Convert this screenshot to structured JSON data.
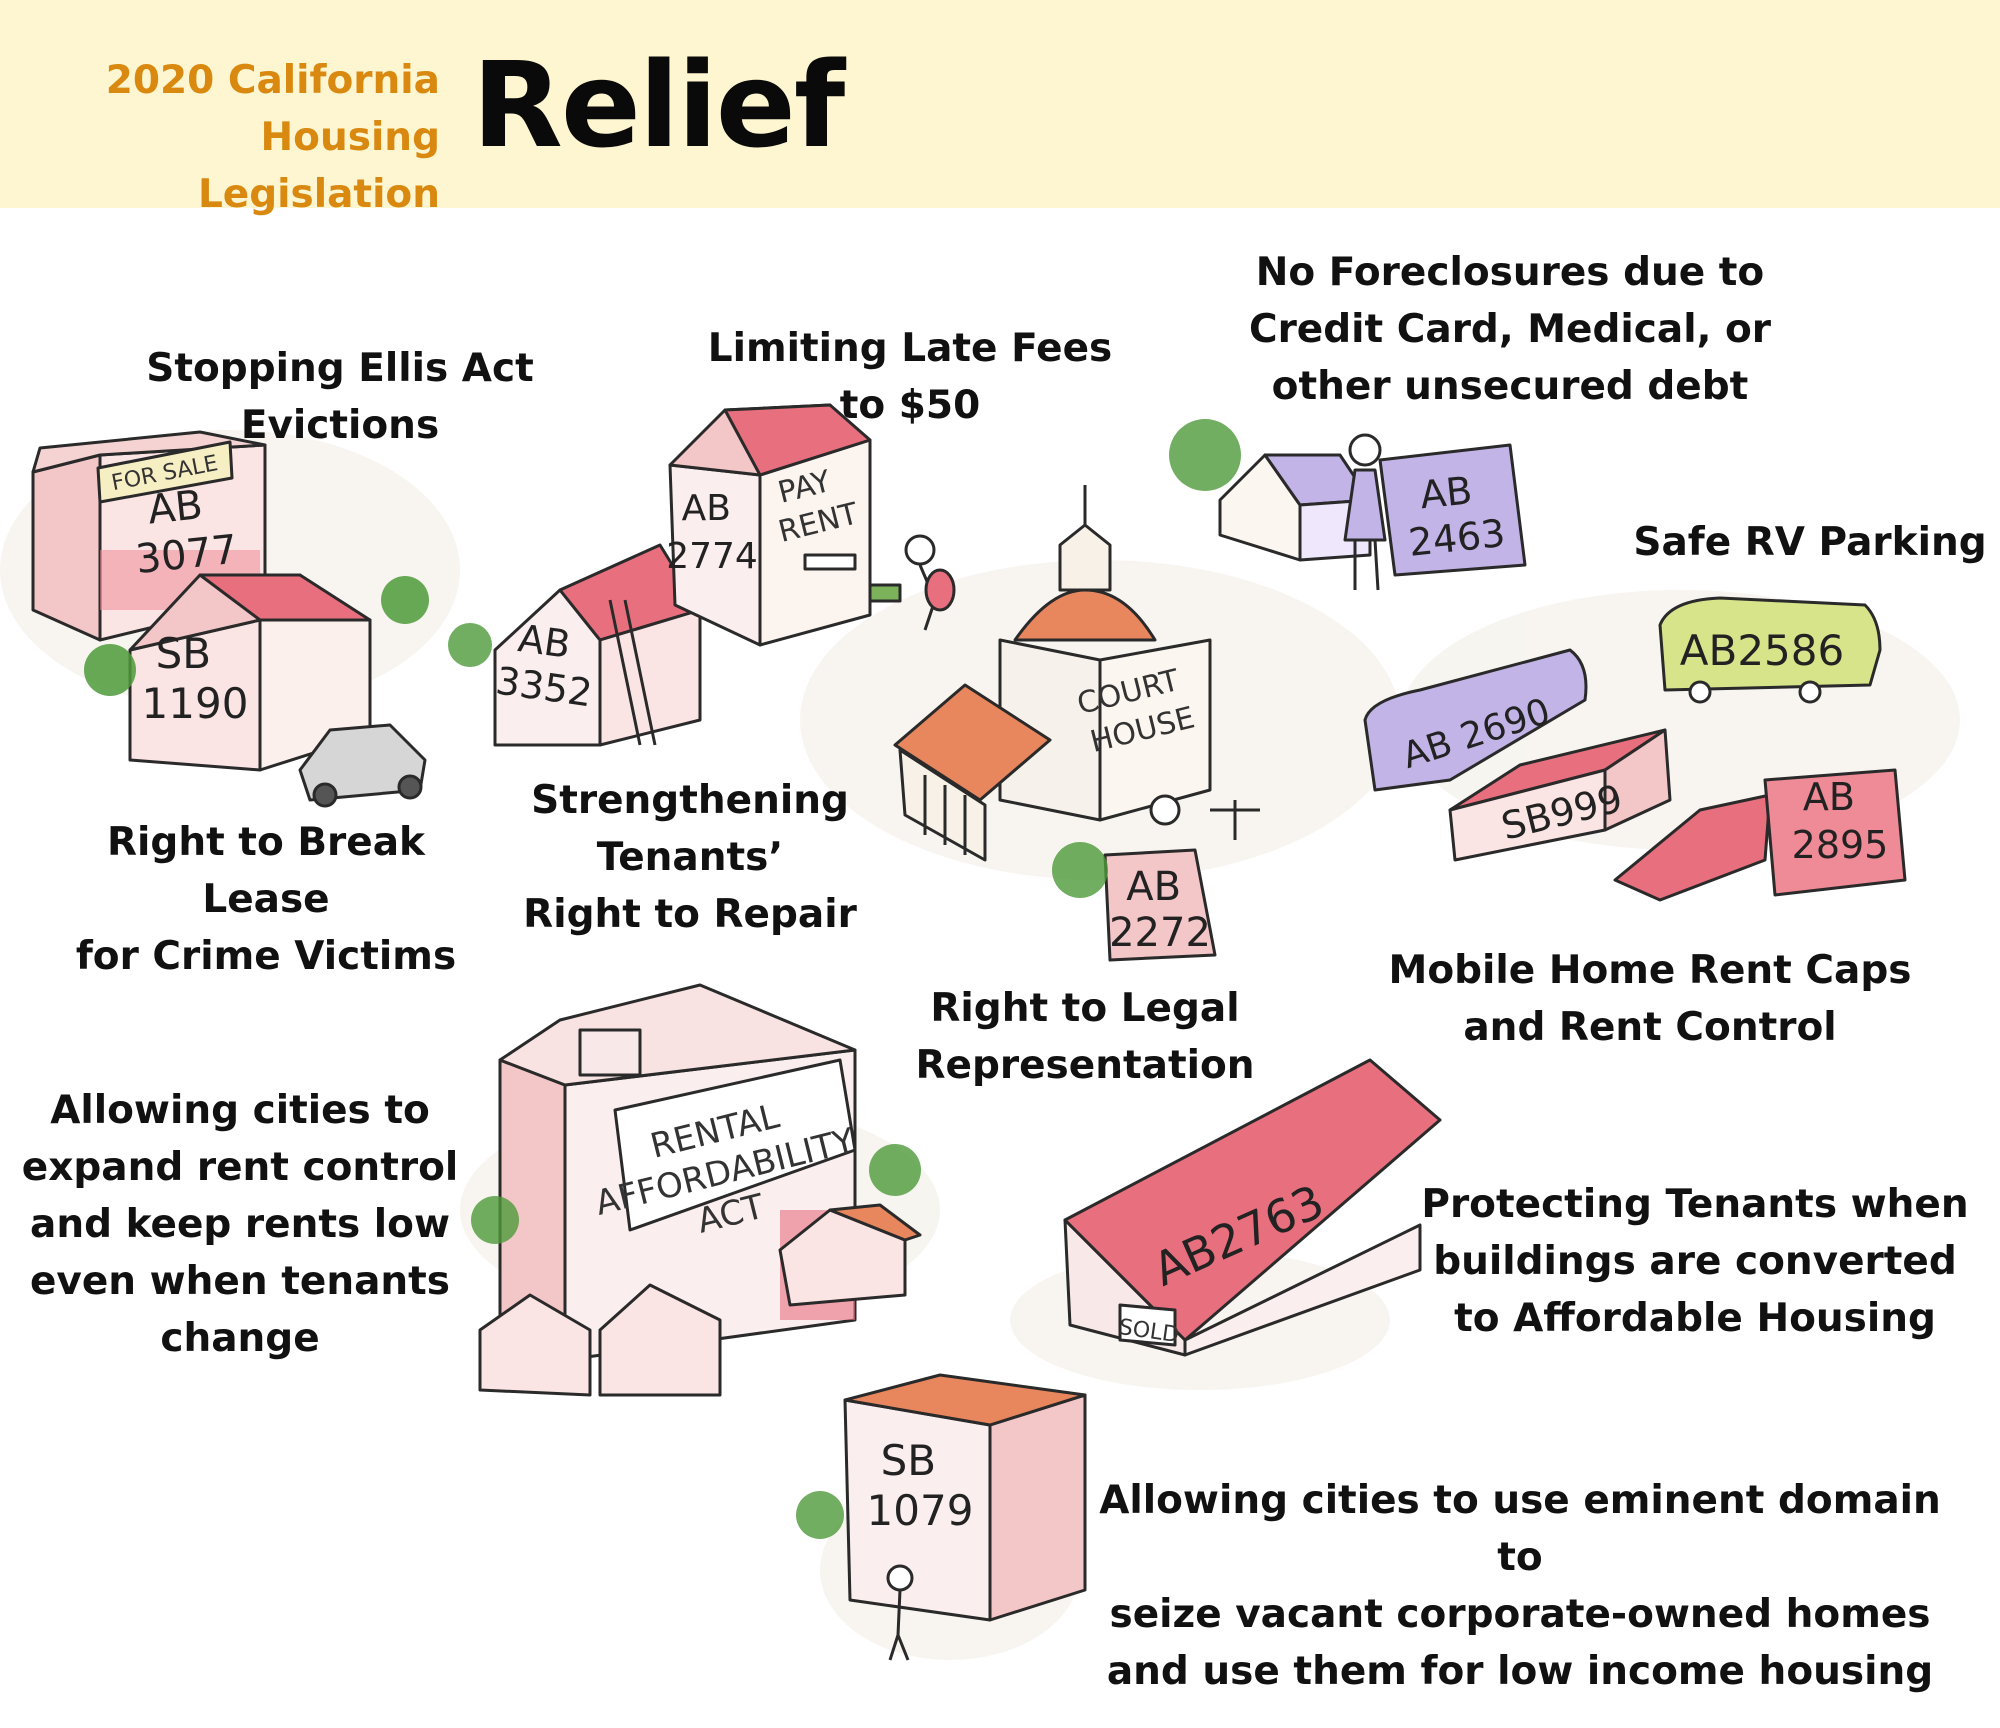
{
  "header": {
    "subtitle": "2020 California\nHousing Legislation",
    "title": "Relief"
  },
  "captions": {
    "ellis": "Stopping Ellis Act\nEvictions",
    "late_fees": "Limiting Late Fees\nto $50",
    "foreclosures": "No Foreclosures due to\nCredit Card, Medical, or\nother unsecured debt",
    "rv": "Safe RV Parking",
    "break_lease": "Right to Break Lease\nfor Crime Victims",
    "repair": "Strengthening\nTenants’\nRight to Repair",
    "legal": "Right to Legal\nRepresentation",
    "mobile": "Mobile Home Rent Caps\nand Rent Control",
    "rent_control": "Allowing cities to\nexpand rent control\nand keep rents low\neven when tenants\nchange",
    "affordable": "Protecting Tenants when\nbuildings are converted\nto Affordable Housing",
    "eminent": "Allowing cities to use eminent domain to\nseize vacant corporate-owned homes\nand use them for low income housing"
  },
  "bills": {
    "ab3077": "AB\n3077",
    "sb1190": "SB\n1190",
    "ab3352": "AB\n3352",
    "ab2774": "AB\n2774",
    "ab2463": "AB\n2463",
    "ab2586": "AB2586",
    "ab2690": "AB 2690",
    "sb999": "SB999",
    "ab2895": "AB\n2895",
    "ab2272": "AB\n2272",
    "ab2763": "AB2763",
    "sb1079": "SB\n1079"
  },
  "signs": {
    "for_sale": "FOR SALE",
    "pay_rent": "PAY\nRENT",
    "court_house": "COURT\nHOUSE",
    "rental_act": "RENTAL\nAFFORDABILITY\nACT",
    "sold": "SOLD"
  },
  "colors": {
    "header_bg": "#fdf6d0",
    "subtitle": "#d9890f",
    "roof_pink": "#e8707e",
    "wall_pink": "#f6c8c8",
    "roof_orange": "#e8875e",
    "lavender": "#c3b4e8",
    "rv_green": "#d8e48a",
    "tree_green": "#4e9a3a"
  }
}
